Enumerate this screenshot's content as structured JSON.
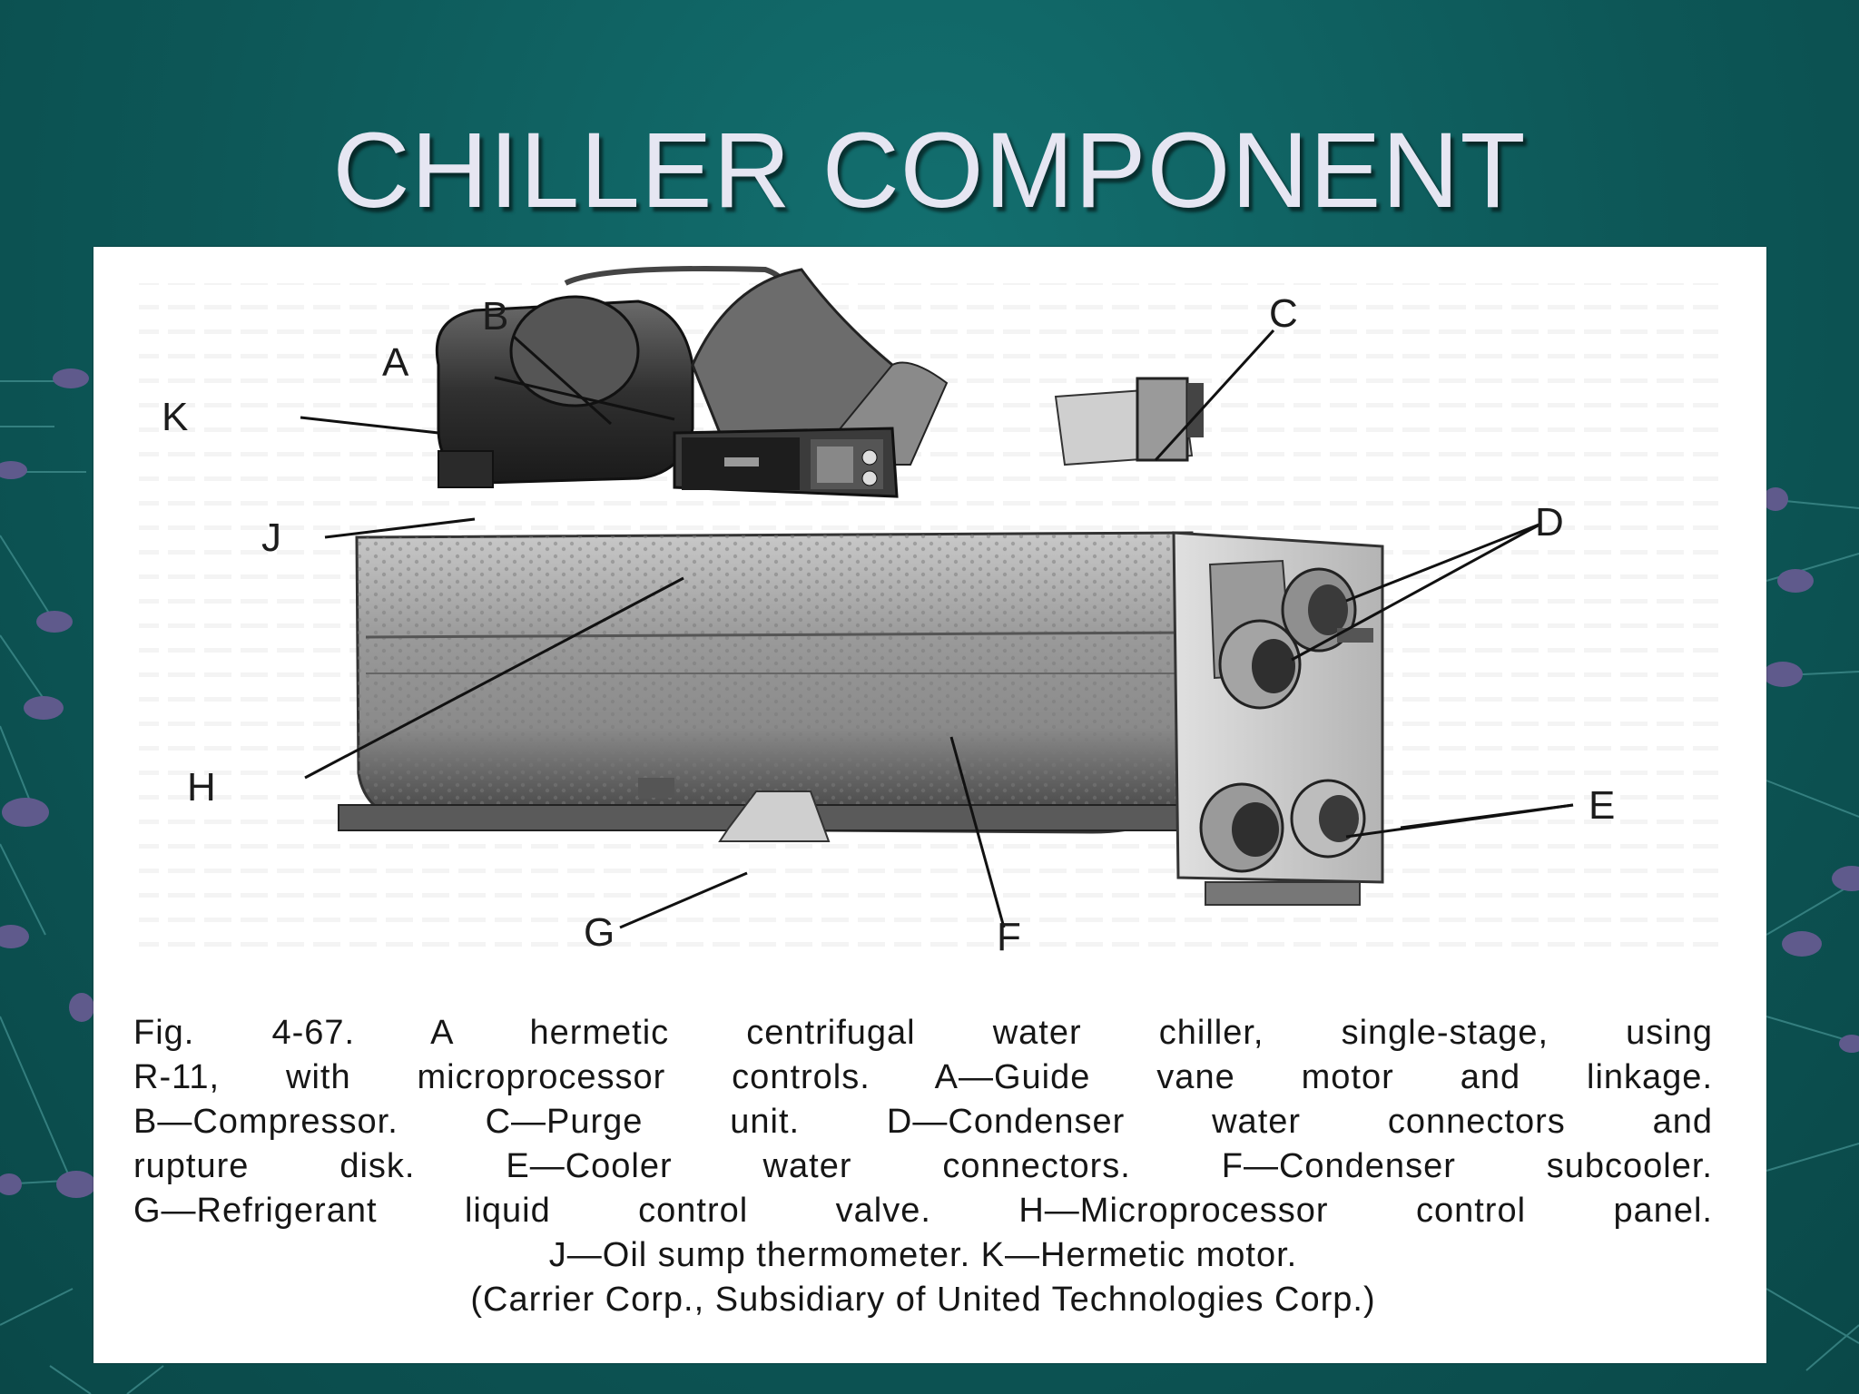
{
  "slide": {
    "title": "CHILLER COMPONENT",
    "colors": {
      "background": "#0f5c5c",
      "title": "#e6e6f2",
      "node": "#5f5a8c"
    }
  },
  "figure": {
    "callouts": {
      "A": "A",
      "B": "B",
      "C": "C",
      "D": "D",
      "E": "E",
      "F": "F",
      "G": "G",
      "H": "H",
      "J": "J",
      "K": "K"
    },
    "caption": {
      "lines": [
        "Fig. 4-67.  A hermetic centrifugal water chiller, single-stage, using",
        "R-11, with microprocessor controls. A—Guide vane motor and linkage.",
        "B—Compressor. C—Purge unit. D—Condenser water connectors and",
        "rupture disk. E—Cooler water connectors. F—Condenser subcooler.",
        "G—Refrigerant liquid control valve. H—Microprocessor control panel.",
        "J—Oil sump thermometer. K—Hermetic motor.",
        "(Carrier Corp., Subsidiary of United Technologies Corp.)"
      ]
    }
  }
}
